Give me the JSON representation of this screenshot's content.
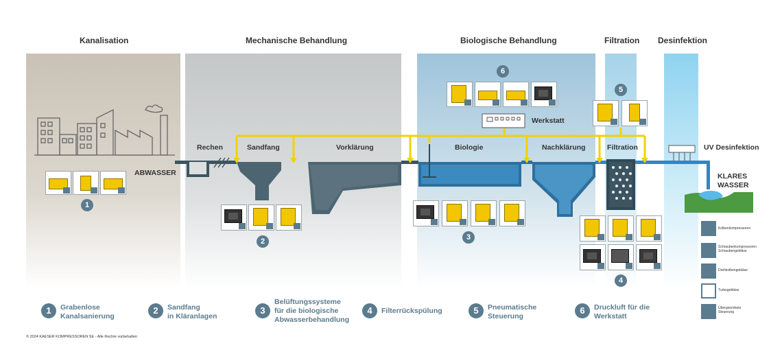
{
  "stages": {
    "kanalisation": "Kanalisation",
    "mechanisch": "Mechanische Behandlung",
    "biologisch": "Biologische Behandlung",
    "filtration": "Filtration",
    "desinfektion": "Desinfektion"
  },
  "process_labels": {
    "abwasser": "ABWASSER",
    "rechen": "Rechen",
    "sandfang": "Sandfang",
    "vorklaerung": "Vorklärung",
    "biologie": "Biologie",
    "nachklaerung": "Nachklärung",
    "filtration": "Filtration",
    "uv": "UV Desinfektion",
    "klares": "KLARES",
    "wasser": "WASSER",
    "werkstatt": "Werkstatt"
  },
  "markers": {
    "m1": "1",
    "m2": "2",
    "m3": "3",
    "m4": "4",
    "m5": "5",
    "m6": "6"
  },
  "legend": [
    {
      "num": "1",
      "text": "Grabenlose\nKanalsanierung"
    },
    {
      "num": "2",
      "text": "Sandfang\nin Kläranlagen"
    },
    {
      "num": "3",
      "text": "Belüftungssysteme\nfür die biologische\nAbwasserbehandlung"
    },
    {
      "num": "4",
      "text": "Filterrückspülung"
    },
    {
      "num": "5",
      "text": "Pneumatische\nSteuerung"
    },
    {
      "num": "6",
      "text": "Druckluft für die\nWerkstatt"
    }
  ],
  "key": [
    {
      "icon": "piston-compressor-icon",
      "text": "Kolbenkompressoren"
    },
    {
      "icon": "screw-compressor-icon",
      "text": "Schraubenkompressoren\nSchraubengebläse"
    },
    {
      "icon": "rotary-blower-icon",
      "text": "Drehkolbengebläse"
    },
    {
      "icon": "turbo-blower-icon",
      "text": "Turbogebläse"
    },
    {
      "icon": "master-control-icon",
      "text": "Übergeordnete\nSteuerung"
    }
  ],
  "copyright": "© 2024 KAESER KOMPRESSOREN SE - Alle Rechte vorbehalten",
  "colors": {
    "pipe_air": "#f2d200",
    "water_dark": "#3d5560",
    "water_blue": "#2f86c8",
    "badge": "#5b7b8e"
  }
}
